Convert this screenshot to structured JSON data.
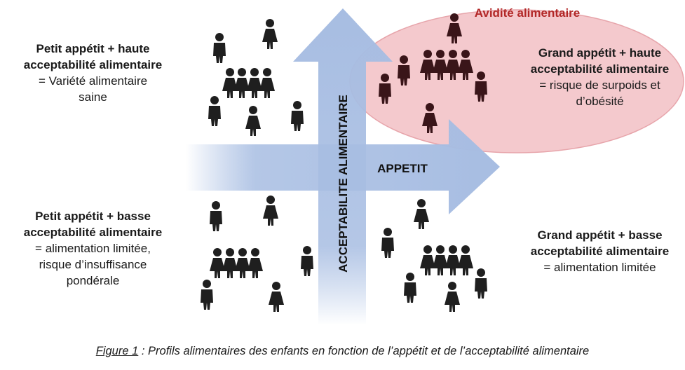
{
  "colors": {
    "arrow": "#a7bde2",
    "arrow_fade": "#ffffff",
    "ellipse_fill": "#f4c9cd",
    "ellipse_stroke": "#e7a5ab",
    "highlight_label": "#b22727",
    "people": "#1f1f1f",
    "people_highlight": "#3a1519"
  },
  "axes": {
    "vertical_label": "ACCEPTABILITE ALIMENTAIRE",
    "horizontal_label": "APPETIT"
  },
  "highlight": {
    "label": "Avidité alimentaire"
  },
  "quadrants": {
    "top_left": {
      "title_line1": "Petit appétit + haute",
      "title_line2": "acceptabilité alimentaire",
      "desc_line1": "= Variété alimentaire",
      "desc_line2": "saine"
    },
    "top_right": {
      "title_line1": "Grand appétit + haute",
      "title_line2": "acceptabilité alimentaire",
      "desc_line1": "= risque de surpoids et",
      "desc_line2": "d’obésité"
    },
    "bottom_left": {
      "title_line1": "Petit appétit + basse",
      "title_line2": "acceptabilité alimentaire",
      "desc_line1": "= alimentation limitée,",
      "desc_line2": "risque d’insuffisance",
      "desc_line3": "pondérale"
    },
    "bottom_right": {
      "title_line1": "Grand appétit + basse",
      "title_line2": "acceptabilité alimentaire",
      "desc_line1": "= alimentation limitée"
    }
  },
  "caption": {
    "figure": "Figure 1",
    "text": " : Profils alimentaires des enfants en fonction de l’appétit et de l’acceptabilité alimentaire"
  }
}
